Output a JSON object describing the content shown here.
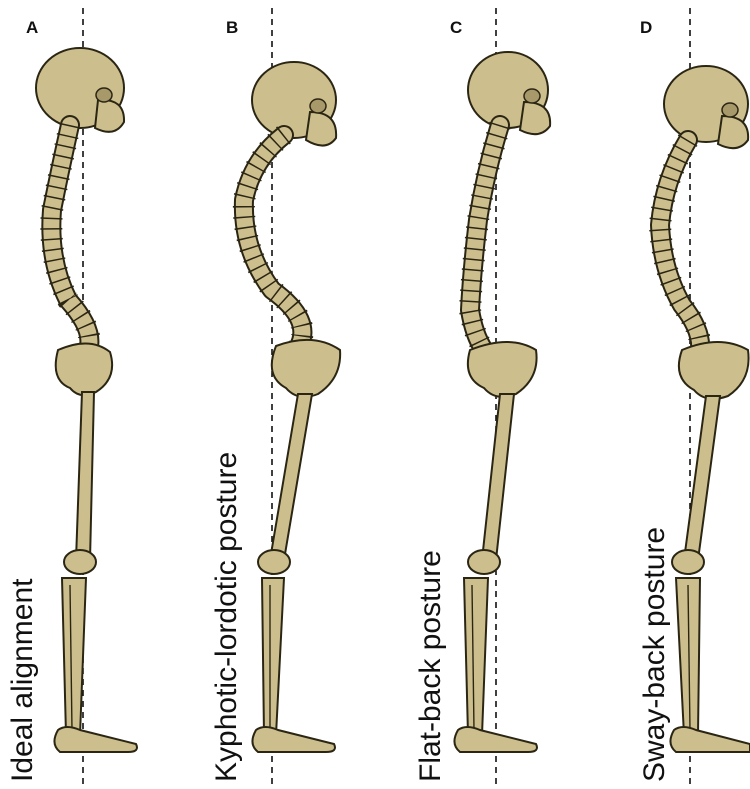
{
  "panels": [
    {
      "letter": "A",
      "label": "Ideal alignment"
    },
    {
      "letter": "B",
      "label": "Kyphotic-lordotic posture"
    },
    {
      "letter": "C",
      "label": "Flat-back posture"
    },
    {
      "letter": "D",
      "label": "Sway-back posture"
    }
  ],
  "colors": {
    "bone": "#cdbf8d",
    "outline": "#2b2614",
    "plumb_line": "#111111"
  }
}
